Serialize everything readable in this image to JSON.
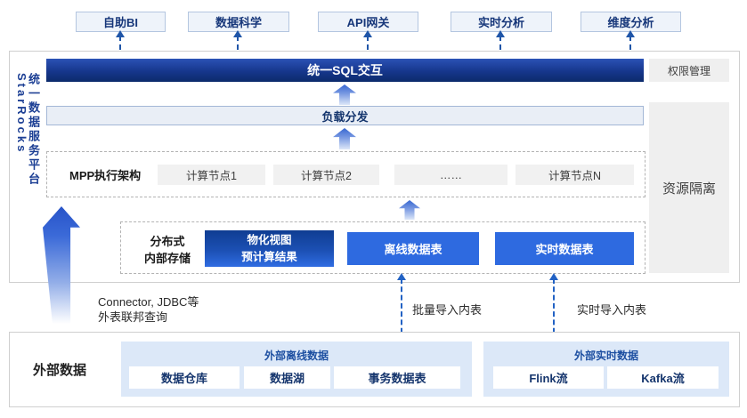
{
  "diagram": {
    "top_apps": [
      "自助BI",
      "数据科学",
      "API网关",
      "实时分析",
      "维度分析"
    ],
    "platform": {
      "side_label": "统一数据服务平台 StarRocks",
      "sql_bar": "统一SQL交互",
      "load_balance_bar": "负载分发",
      "permission_box": "权限管理",
      "resource_box": "资源隔离",
      "mpp": {
        "label": "MPP执行架构",
        "nodes": [
          "计算节点1",
          "计算节点2",
          "……",
          "计算节点N"
        ]
      },
      "storage": {
        "label_line1": "分布式",
        "label_line2": "内部存储",
        "mv_table_line1": "物化视图",
        "mv_table_line2": "预计算结果",
        "offline_table": "离线数据表",
        "realtime_table": "实时数据表"
      }
    },
    "flows": {
      "federation_line1": "Connector, JDBC等",
      "federation_line2": "外表联邦查询",
      "batch_import": "批量导入内表",
      "realtime_import": "实时导入内表"
    },
    "external": {
      "title": "外部数据",
      "offline_group": {
        "title": "外部离线数据",
        "items": [
          "数据仓库",
          "数据湖",
          "事务数据表"
        ]
      },
      "realtime_group": {
        "title": "外部实时数据",
        "items": [
          "Flink流",
          "Kafka流"
        ]
      }
    },
    "colors": {
      "dark_navy": "#0c2b6b",
      "royal_blue": "#2e6ae0",
      "light_blue_fill": "#dce8f8",
      "gray_fill": "#efefef",
      "connector_blue": "#1f55a8"
    }
  }
}
